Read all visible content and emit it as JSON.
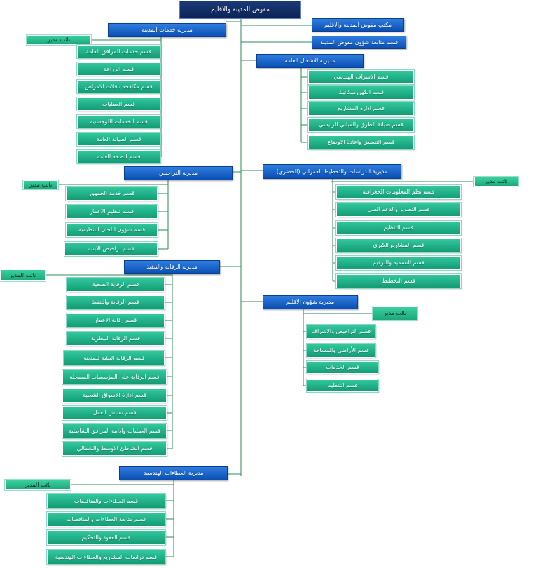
{
  "colors": {
    "connector": "#2e8b57",
    "top_box": "#0c2356",
    "directorate_box": "#0a55c0",
    "section_box": "#1aa880"
  },
  "top": "مفوض المدينة والاقليم",
  "direct": {
    "office": "مكتب مفوض المدينة والاقليم",
    "followup": "قسم متابعة شؤون مفوض المدينة"
  },
  "services": {
    "title": "مديرية خدمات المدينة",
    "deputy": "نائب مدير",
    "sections": [
      "قسم خدمات المرافق العامة",
      "قسم الزراعة",
      "قسم مكافحة ناقلات الامراض",
      "قسم العمليات",
      "قسم الخدمات اللوجستية",
      "قسم الصيانة العامة",
      "قسم الصحة العامة"
    ]
  },
  "works": {
    "title": "مديرية الاشغال العامة",
    "sections": [
      "قسم الاشراف الهندسي",
      "قسم الكهروميكانيك",
      "قسم ادارة المشاريع",
      "قسم صيانة الطرق والمباني الرئيسي",
      "قسم التنسيق واعادة الاوضاع"
    ]
  },
  "licenses": {
    "title": "مديرية التراخيص",
    "deputy": "نائب مدير",
    "sections": [
      "قسم خدمة الجمهور",
      "قسم تنظيم الاعمار",
      "قسم شؤون اللجان التنظيمية",
      "قسم تراخيص الابنية"
    ]
  },
  "studies": {
    "title": "مديرية الدراسات والتخطيط العمراني (الحضري)",
    "deputy": "نائب مدير",
    "sections": [
      "قسم نظم المعلومات الجغرافية",
      "قسم التطوير والدعم الفني",
      "قسم التنظيم",
      "قسم المشاريع الكبرى",
      "قسم التسمية والترقيم",
      "قسم التخطيط"
    ]
  },
  "control": {
    "title": "مديرية الرقابة والتنفيذ",
    "deputy": "نائب المدير",
    "sections": [
      "قسم الرقابة الصحية",
      "قسم الرقابة والتنفيذ",
      "قسم رقابة الاعمار",
      "قسم الرقابة البيطرية",
      "قسم الرقابة البيئية للمدينة",
      "قسم الرقابة على المؤسسات المسجلة",
      "قسم ادارة الاسواق الشعبية",
      "قسم تفتيش العمل",
      "قسم العمليات وادامة المرافق الشاطئية",
      "قسم الشاطئ الاوسط والشمالي"
    ]
  },
  "region": {
    "title": "مديرية شؤون الاقليم",
    "deputy": "نائب مدير",
    "sections": [
      "قسم التراخيص والاشراف",
      "قسم الأراضي والمساحة",
      "قسم الخدمات",
      "قسم التنظيم"
    ]
  },
  "tenders": {
    "title": "مديرية العطاءات الهندسية",
    "deputy": "نائب المدير",
    "sections": [
      "قسم العطاءات والمناقصات",
      "قسم متابعة العطاءات والمناقصات",
      "قسم العقود والتحكيم",
      "قسم دراسات المشاريع والعطاءات الهندسية"
    ]
  }
}
